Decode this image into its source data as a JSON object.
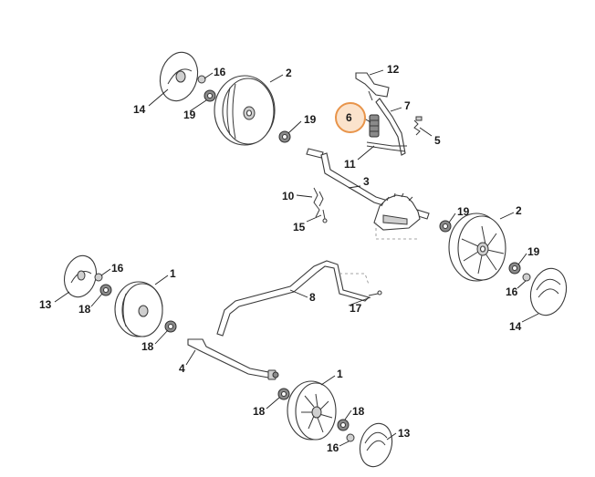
{
  "diagram": {
    "highlight_color": "#e8944a",
    "callouts": [
      {
        "id": "c-12",
        "label": "12"
      },
      {
        "id": "c-7",
        "label": "7"
      },
      {
        "id": "c-6",
        "label": "6"
      },
      {
        "id": "c-5",
        "label": "5"
      },
      {
        "id": "c-11",
        "label": "11"
      },
      {
        "id": "c-3",
        "label": "3"
      },
      {
        "id": "c-10",
        "label": "10"
      },
      {
        "id": "c-15",
        "label": "15"
      },
      {
        "id": "c-16a",
        "label": "16"
      },
      {
        "id": "c-2a",
        "label": "2"
      },
      {
        "id": "c-14a",
        "label": "14"
      },
      {
        "id": "c-19a",
        "label": "19"
      },
      {
        "id": "c-19b",
        "label": "19"
      },
      {
        "id": "c-19c",
        "label": "19"
      },
      {
        "id": "c-2b",
        "label": "2"
      },
      {
        "id": "c-19d",
        "label": "19"
      },
      {
        "id": "c-16b",
        "label": "16"
      },
      {
        "id": "c-14b",
        "label": "14"
      },
      {
        "id": "c-16c",
        "label": "16"
      },
      {
        "id": "c-13a",
        "label": "13"
      },
      {
        "id": "c-18a",
        "label": "18"
      },
      {
        "id": "c-1a",
        "label": "1"
      },
      {
        "id": "c-18b",
        "label": "18"
      },
      {
        "id": "c-8",
        "label": "8"
      },
      {
        "id": "c-17",
        "label": "17"
      },
      {
        "id": "c-4",
        "label": "4"
      },
      {
        "id": "c-1b",
        "label": "1"
      },
      {
        "id": "c-18c",
        "label": "18"
      },
      {
        "id": "c-18d",
        "label": "18"
      },
      {
        "id": "c-16d",
        "label": "16"
      },
      {
        "id": "c-13b",
        "label": "13"
      }
    ]
  }
}
